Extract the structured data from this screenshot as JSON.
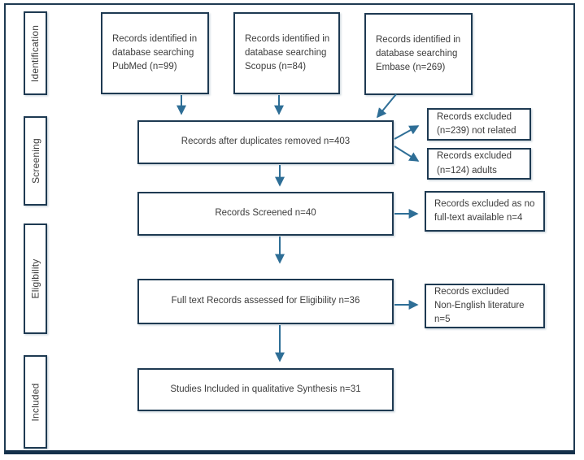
{
  "stages": [
    {
      "label": "Identification"
    },
    {
      "label": "Screening"
    },
    {
      "label": "Eligibility"
    },
    {
      "label": "Included"
    }
  ],
  "nodes": {
    "pubmed": "Records identified in\ndatabase searching\nPubMed (n=99)",
    "scopus": "Records identified in\ndatabase searching\nScopus  (n=84)",
    "embase": "Records identified in\ndatabase searching\nEmbase (n=269)",
    "duplicates": "Records after duplicates removed n=403",
    "screened": "Records Screened  n=40",
    "fulltext": "Full text Records assessed for Eligibility  n=36",
    "studies": "Studies Included in qualitative Synthesis  n=31",
    "excluded_notrelated": "Records excluded\n(n=239) not related",
    "excluded_adults": "Records excluded\n(n=124) adults",
    "excluded_fulltext": "Records excluded as no\nfull-text available n=4",
    "excluded_language": "Records excluded\nNon-English literature\nn=5"
  },
  "colors": {
    "box_border": "#1e3a52",
    "outer_border_bottom": "#14304a",
    "arrow": "#2e6e96",
    "text": "#3c3c3c",
    "background": "#ffffff"
  }
}
